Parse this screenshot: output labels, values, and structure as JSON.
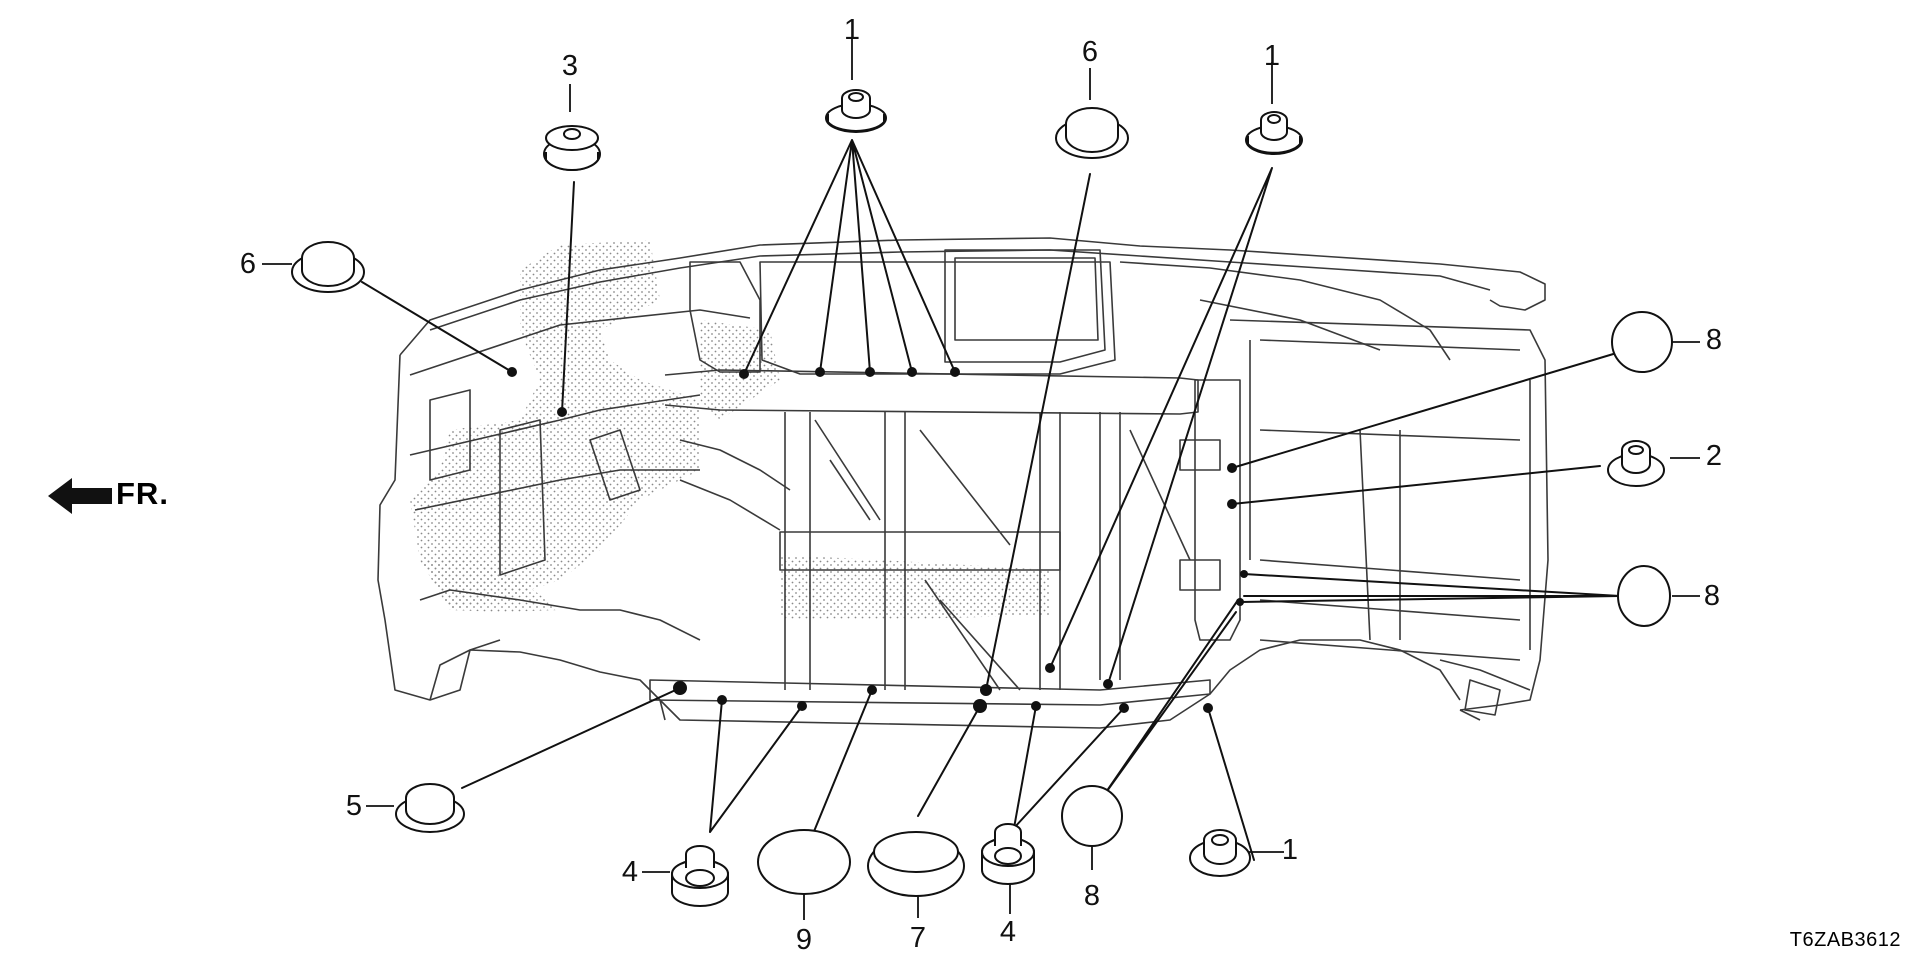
{
  "diagram": {
    "front_label": "FR.",
    "part_code": "T6ZAB3612"
  },
  "callouts": [
    {
      "id": "c1",
      "number": "1"
    },
    {
      "id": "c2",
      "number": "1"
    },
    {
      "id": "c3",
      "number": "1"
    },
    {
      "id": "c4",
      "number": "2"
    },
    {
      "id": "c5",
      "number": "3"
    },
    {
      "id": "c6",
      "number": "4"
    },
    {
      "id": "c7",
      "number": "4"
    },
    {
      "id": "c8",
      "number": "5"
    },
    {
      "id": "c9",
      "number": "6"
    },
    {
      "id": "c10",
      "number": "6"
    },
    {
      "id": "c11",
      "number": "7"
    },
    {
      "id": "c12",
      "number": "8"
    },
    {
      "id": "c13",
      "number": "8"
    },
    {
      "id": "c14",
      "number": "8"
    },
    {
      "id": "c15",
      "number": "9"
    }
  ],
  "parts": [
    {
      "number": "1",
      "icon": "stepped-grommet-icon"
    },
    {
      "number": "2",
      "icon": "stepped-grommet-icon"
    },
    {
      "number": "3",
      "icon": "stepped-grommet-icon"
    },
    {
      "number": "4",
      "icon": "deep-grommet-icon"
    },
    {
      "number": "5",
      "icon": "flat-grommet-icon"
    },
    {
      "number": "6",
      "icon": "flat-grommet-icon"
    },
    {
      "number": "7",
      "icon": "oval-grommet-icon"
    },
    {
      "number": "8",
      "icon": "round-seal-icon"
    },
    {
      "number": "9",
      "icon": "oval-seal-icon"
    }
  ],
  "colors": {
    "line": "#111111",
    "body_line": "#3a3a3a",
    "stipple": "#8a8a8a"
  }
}
